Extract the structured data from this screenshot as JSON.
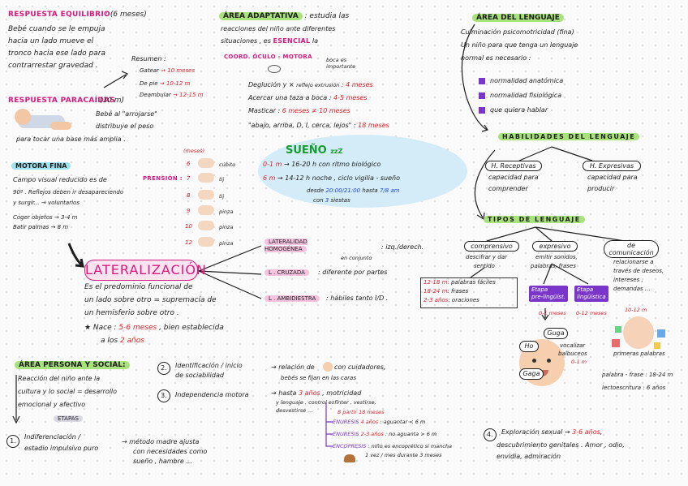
{
  "respuesta_equilibrio": {
    "title": "RESPUESTA EQUILIBRIO",
    "age": ": (6 meses)",
    "lines": [
      "Bebé cuando se le empuja",
      "hacia un lado mueve el",
      "tronco hacia ese lado para",
      "contrarrestar gravedad ."
    ]
  },
  "resumen": {
    "title": "Resumen :",
    "items": [
      {
        "label": "Gatear",
        "value": "→ 10 meses"
      },
      {
        "label": "De pie",
        "value": "→ 10-12 m"
      },
      {
        "label": "Deambular",
        "value": "→ 12-15 m"
      }
    ]
  },
  "respuesta_paracaidas": {
    "title": "RESPUESTA PARACAÍDAS",
    "age": ": (10 m)",
    "lines": [
      "Bebé al \"arrojarse\"",
      "distribuye el peso",
      "para tocar una base más amplia ."
    ]
  },
  "motora_fina": {
    "title": "MOTORA FINA",
    "lines": [
      "Campo visual reducido es de",
      "90º . Reflejos deben ir desapareciendo",
      "y surgir... → voluntarios",
      "Coger objetos → 3-4 m",
      "Batir palmas → 8 m"
    ]
  },
  "prension": {
    "title": "PRENSIÓN :",
    "header": "(meses)",
    "rows": [
      {
        "month": "6",
        "label": "cúbito"
      },
      {
        "month": "7",
        "label": "tij"
      },
      {
        "month": "8",
        "label": "tij"
      },
      {
        "month": "9",
        "label": "pinza"
      },
      {
        "month": "10",
        "label": "pinza"
      },
      {
        "month": "12",
        "label": "pinza"
      }
    ]
  },
  "area_adaptativa": {
    "title": "ÁREA ADAPTATIVA",
    "line1": ": estudia las",
    "line2": "reacciones del niño ante diferentes",
    "line3a": "situaciones , es ",
    "line3b": "ESENCIAL",
    "line3c": " la",
    "coord": "COORD. ÓCULO - MOTORA",
    "boca": "boca es importante",
    "items": [
      {
        "label": "Deglución y ×",
        "note": "reflejo extrusión",
        "value": ": 4 meses"
      },
      {
        "label": "Acercar una taza a boca :",
        "note": "",
        "value": "4-5 meses"
      },
      {
        "label": "Masticar :",
        "note": "",
        "value": "6 meses  ≠ 10 meses"
      },
      {
        "label": "\"abajo, arriba, D, I, cerca, lejos\" :",
        "note": "",
        "value": "18 meses"
      }
    ]
  },
  "sueno": {
    "title": "SUEÑO",
    "zz": "zzZ",
    "row1_age": "0-1 m",
    "row1_text": "→ 16-20 h con ritmo biológico",
    "row2_age": "6 m",
    "row2_text": "→ 14-12 h noche , ciclo vigilia - sueño",
    "row3a": "desde ",
    "row3b": "20:00/21:00",
    "row3c": " hasta ",
    "row3d": "7/8 am",
    "row4a": "con ",
    "row4b": "3",
    "row4c": " siestas"
  },
  "lateralizacion": {
    "title": "LATERALIZACIÓN",
    "lines": [
      "Es el predominio funcional de",
      "un lado sobre otro = supremacía de",
      "un hemisferio sobre otro ."
    ],
    "note_a": "★ Nace : ",
    "note_b": "5-6 meses",
    "note_c": " , bien establecida",
    "note_d": "a los ",
    "note_e": "2 años",
    "types": [
      {
        "name": "LATERALIDAD HOMOGÉNEA",
        "value": ": izq./derech.",
        "note": "en conjunto"
      },
      {
        "name": "L . CRUZADA",
        "value": ": diferente por partes",
        "note": ""
      },
      {
        "name": "L . AMBIDIESTRA",
        "value": ": hábiles tanto I/D .",
        "note": ""
      }
    ]
  },
  "area_lenguaje": {
    "title": "ÁREA DEL LENGUAJE",
    "lines": [
      "Culminación psicomotricidad (fina)",
      "Un niño para que tenga un lenguaje",
      "normal es necesario :"
    ],
    "checks": [
      "normalidad anatómica",
      "normalidad fisiológica",
      "que quiera hablar"
    ],
    "habilidades": "HABILIDADES DEL LENGUAJE",
    "h_recep": "H. Receptivas",
    "h_recep_desc": [
      "capacidad para",
      "comprender"
    ],
    "h_expr": "H. Expresivas",
    "h_expr_desc": [
      "capacidad para",
      "producir"
    ],
    "tipos": "TIPOS DE LENGUAJE",
    "comprensivo": "comprensivo",
    "comprensivo_desc": [
      "descifrar y dar",
      "sentido"
    ],
    "expresivo": "expresivo",
    "expresivo_desc": [
      "emitir sonidos,",
      "palabras, frases"
    ],
    "comunicacion": [
      "de",
      "comunicación"
    ],
    "comunicacion_desc": [
      "relacionarse a",
      "través de deseos,",
      "intereses ,",
      "demandas ..."
    ],
    "comp_rows": [
      {
        "age": "12-18 m",
        "text": ": palabras fáciles"
      },
      {
        "age": "18-24 m",
        "text": ": frases"
      },
      {
        "age": "2-3 años",
        "text": ": oraciones"
      }
    ],
    "etapa_pre": [
      "Etapa",
      "pre-lingüíst."
    ],
    "etapa_ling": [
      "Etapa",
      "lingüística"
    ],
    "pre_age1": "0-1 meses",
    "pre_age2": "0-12 meses",
    "bubbles": [
      "Guga",
      "Ho",
      "Gaga"
    ],
    "vocalizar": [
      "vocalizar",
      "balbuceos",
      "0-1 m"
    ],
    "palabras_age": "10-12 m",
    "primeras": "primeras palabras",
    "frase": "palabra - frase : 18-24 m",
    "lectoescritura": "lectoescritura : 6 años"
  },
  "area_persona": {
    "title": "ÁREA PERSONA Y SOCIAL:",
    "lines": [
      "Reacción del niño ante la",
      "cultura y lo social = desarrollo",
      "emocional y afectivo"
    ],
    "etapas": "ETAPAS",
    "stage1_num": "1.",
    "stage1": [
      "Indiferenciación /",
      "estadio impulsivo puro"
    ],
    "stage1_result": [
      "→ método madre ajusta",
      "con necesidades como",
      "sueño , hambre ..."
    ],
    "stage2_num": "2.",
    "stage2": [
      "Identificación / inicio",
      "de sociabilidad"
    ],
    "stage2_result": [
      "→ relación de",
      "con cuidadores,",
      "bebés se fijan en las caras"
    ],
    "stage3_num": "3.",
    "stage3": "Independencia motora",
    "stage3_result_a": "→ hasta ",
    "stage3_result_b": "3 años",
    "stage3_result_c": " , motricidad",
    "stage3_result_d": "y lenguaje , control esfínter , vestirse,",
    "stage3_result_e": "desvestirse ...",
    "stage3_meses": "8 partir 18 meses",
    "enuresis1": {
      "name": "ENURESIS",
      "age": "4 años",
      "text": ": aguantar < 6 m"
    },
    "enuresis2": {
      "name": "ENURESIS",
      "age": "2-3 años",
      "text": ": no aguanta > 6 m"
    },
    "encopresis": {
      "name": "ENCOPRESIS",
      "text": ": niño es encoprético si mancha",
      "text2": "1 vez / mes durante 3 meses"
    },
    "stage4_num": "4.",
    "stage4_a": "Exploración sexual → ",
    "stage4_b": "3-6 años",
    "stage4_c": ",",
    "stage4_lines": [
      "descubrimiento genitales . Amor , odio,",
      "envidia, admiración"
    ]
  },
  "colors": {
    "pink": "#d6197f",
    "red": "#e0202a",
    "blue": "#2247d9",
    "purple": "#7a36c9",
    "green_highlight": "#a8e27a",
    "blue_highlight": "#9fe3f0"
  }
}
